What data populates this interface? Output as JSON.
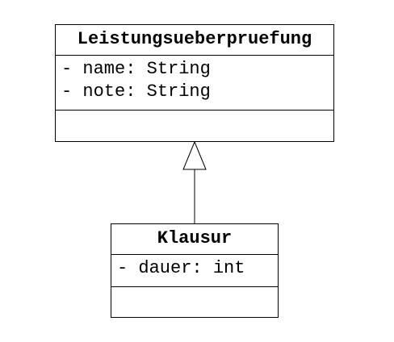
{
  "diagram": {
    "superclass": {
      "name": "Leistungsueberpruefung",
      "attributes": [
        "- name: String",
        "- note: String"
      ],
      "operations": []
    },
    "subclass": {
      "name": "Klausur",
      "attributes": [
        "- dauer: int"
      ],
      "operations": []
    },
    "relationship": "generalization"
  }
}
